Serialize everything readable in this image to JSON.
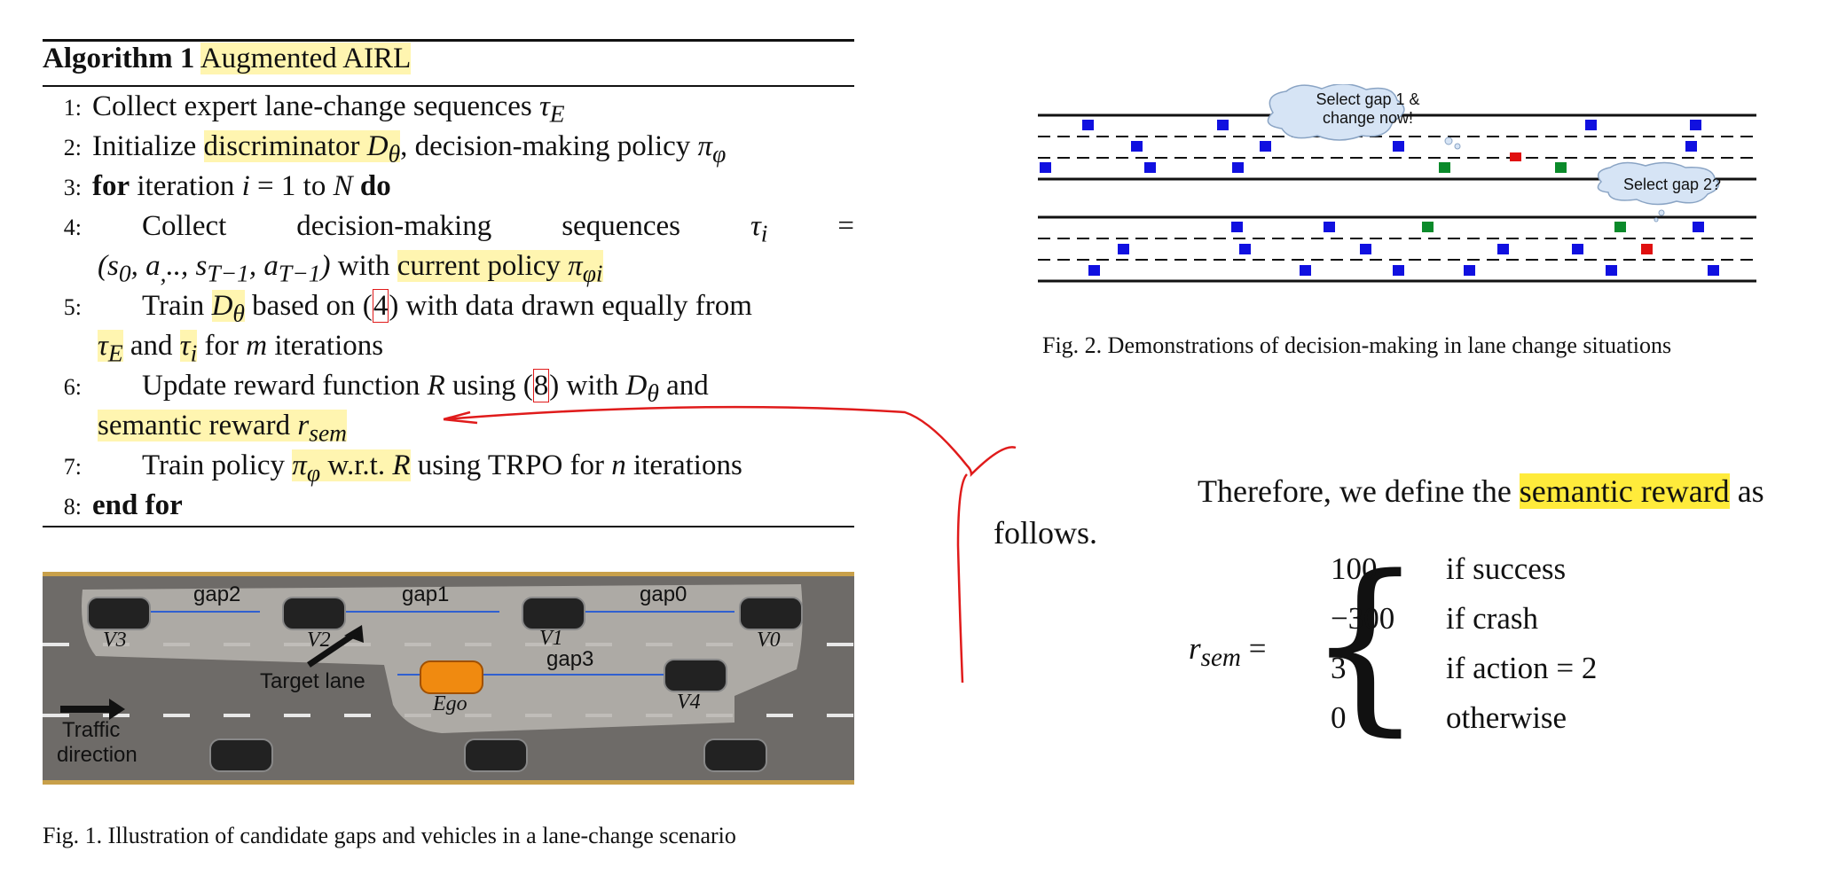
{
  "algorithm": {
    "label": "Algorithm 1",
    "name": "Augmented AIRL",
    "steps": [
      {
        "n": "1:",
        "text": "Collect expert lane-change sequences"
      },
      {
        "n": "2:",
        "pre": "Initialize",
        "hl": "discriminator",
        "post": ", decision-making policy"
      },
      {
        "n": "3:",
        "for_kw": "for",
        "text": "iteration",
        "to": "to",
        "do_kw": "do"
      },
      {
        "n": "4:",
        "a": "Collect",
        "b": "decision-making",
        "c": "sequences",
        "line2": "with",
        "hl": "current policy"
      },
      {
        "n": "5:",
        "a": "Train",
        "b": "based on (",
        "ref": "4",
        "c": ") with data drawn equally from",
        "line2a": "and",
        "line2b": "for",
        "line2c": "iterations"
      },
      {
        "n": "6:",
        "a": "Update reward function",
        "b": "using (",
        "ref": "8",
        "c": ") with",
        "d": "and",
        "hl": "semantic reward"
      },
      {
        "n": "7:",
        "a": "Train policy",
        "hl": "w.r.t.",
        "b": "using TRPO for",
        "c": "iterations"
      },
      {
        "n": "8:",
        "end_kw": "end for"
      }
    ]
  },
  "fig1": {
    "caption": "Fig. 1.   Illustration of candidate gaps and vehicles in a lane-change scenario",
    "labels": {
      "gap2": "gap2",
      "gap1": "gap1",
      "gap0": "gap0",
      "gap3": "gap3",
      "target": "Target lane",
      "traffic1": "Traffic",
      "traffic2": "direction",
      "v3": "V3",
      "v2": "V2",
      "v1": "V1",
      "v0": "V0",
      "v4": "V4",
      "ego": "Ego"
    }
  },
  "fig2": {
    "caption": "Fig. 2.   Demonstrations of decision-making in lane change situations",
    "bubble1a": "Select gap 1 &",
    "bubble1b": "change now!",
    "bubble2": "Select gap 2?"
  },
  "text": {
    "line1a": "Therefore, we define the",
    "line1hl": "semantic reward",
    "line1b": "as",
    "line2": "follows."
  },
  "equation": {
    "cases": [
      {
        "value": "100",
        "cond": "if success"
      },
      {
        "value": "−300",
        "cond": "if crash"
      },
      {
        "value": "3",
        "cond": "if action = 2"
      },
      {
        "value": "0",
        "cond": "otherwise"
      }
    ]
  },
  "colors": {
    "highlight": "#fff5b0",
    "marker": "#ffeb3b",
    "annotation": "#e01b1b",
    "blue": "#1010e0",
    "green": "#0a8a2a",
    "red": "#e01010"
  }
}
